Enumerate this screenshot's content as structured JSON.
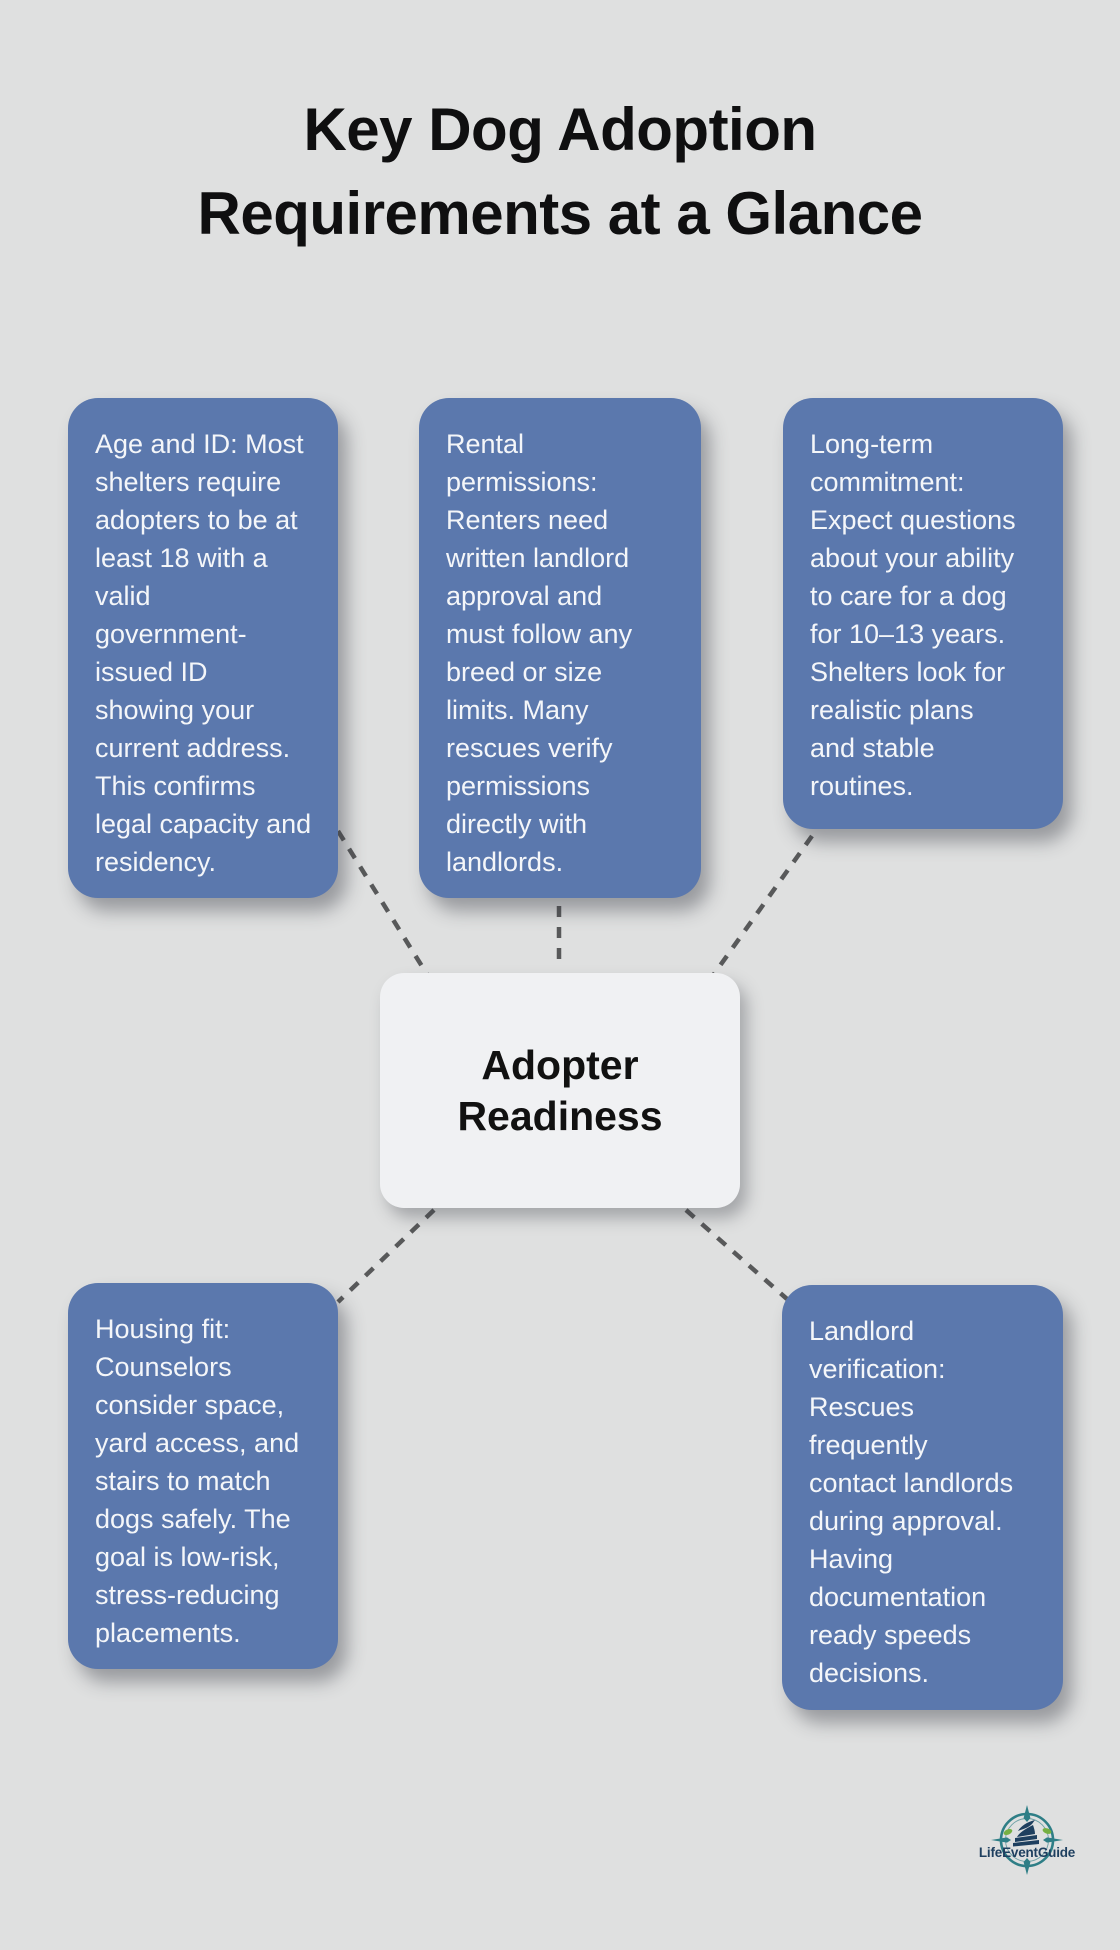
{
  "page": {
    "title": "Key Dog Adoption\nRequirements at a Glance"
  },
  "diagram": {
    "type": "hub-and-spoke",
    "center_node": {
      "label": "Adopter\nReadiness"
    },
    "nodes": [
      {
        "id": "age-and-id",
        "text": "Age and ID: Most\nshelters require\nadopters to be at\nleast 18 with a\nvalid\ngovernment-\nissued ID\nshowing your\ncurrent address.\nThis confirms\nlegal capacity and\nresidency."
      },
      {
        "id": "rental-permissions",
        "text": "Rental\npermissions:\nRenters need\nwritten landlord\napproval and\nmust follow any\nbreed or size\nlimits. Many\nrescues verify\npermissions\ndirectly with\nlandlords."
      },
      {
        "id": "long-term-commitment",
        "text": "Long-term\ncommitment:\nExpect questions\nabout your ability\nto care for a dog\nfor 10–13 years.\nShelters look for\nrealistic plans\nand stable\nroutines."
      },
      {
        "id": "housing-fit",
        "text": "Housing fit:\nCounselors\nconsider space,\nyard access, and\nstairs to match\ndogs safely. The\ngoal is low-risk,\nstress-reducing\nplacements."
      },
      {
        "id": "landlord-verification",
        "text": "Landlord\nverification:\nRescues\nfrequently\ncontact landlords\nduring approval.\nHaving\ndocumentation\nready speeds\ndecisions."
      }
    ]
  },
  "logo": {
    "text": "LifeEventGuide",
    "icon": "compass-staircase-icon"
  },
  "colors": {
    "background": "#dfe0e0",
    "node_blue": "#5b78ad",
    "node_text": "#f4f6f9",
    "center_bg": "#f0f1f3",
    "center_text": "#111111",
    "connector": "#58595a",
    "title_text": "#0f0f10",
    "logo_teal": "#2e7e86",
    "logo_navy": "#1e3f5f",
    "logo_green": "#76b043"
  }
}
